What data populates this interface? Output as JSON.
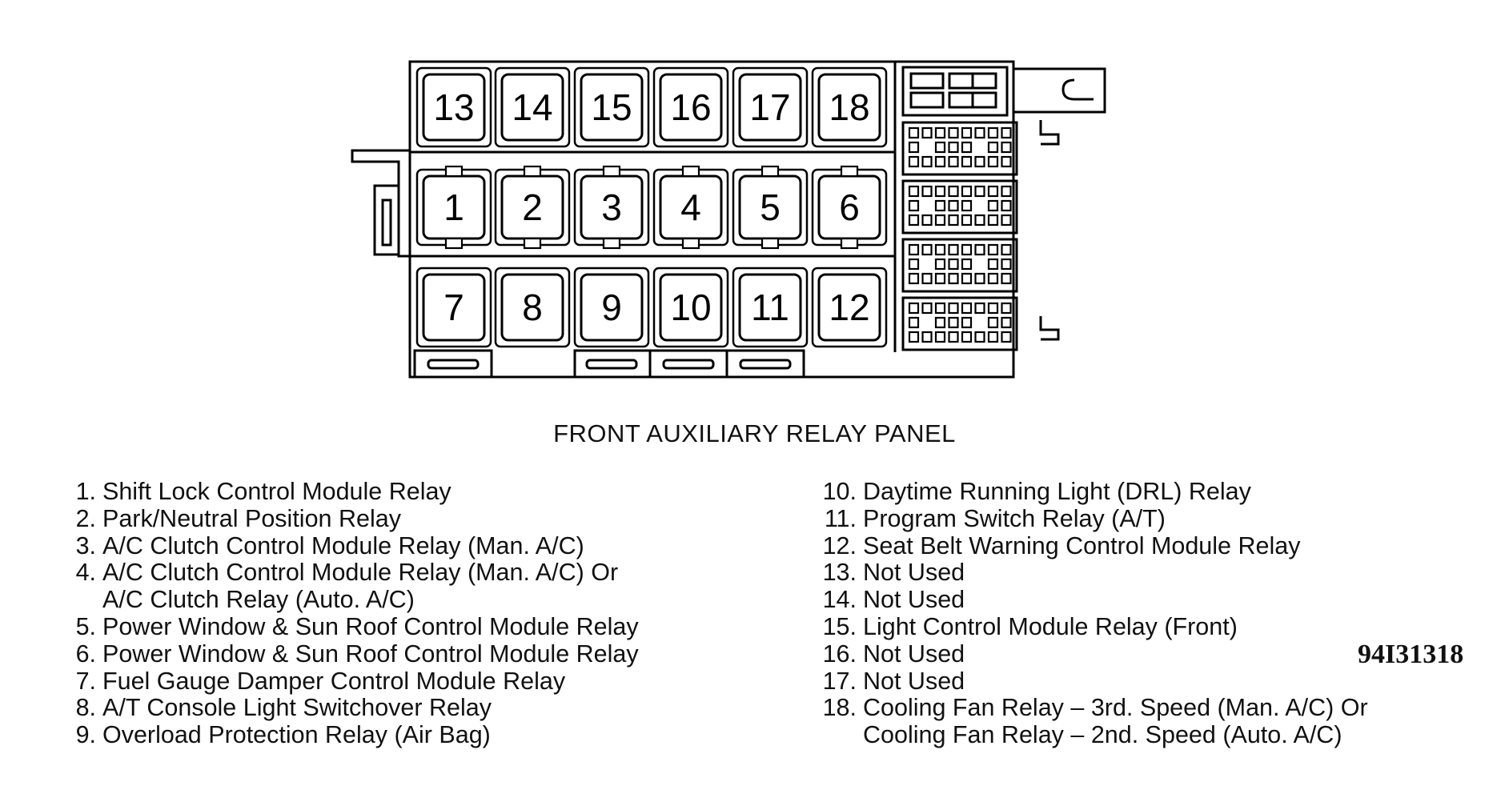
{
  "relays": {
    "top_row": [
      "13",
      "14",
      "15",
      "16",
      "17",
      "18"
    ],
    "middle_row": [
      "1",
      "2",
      "3",
      "4",
      "5",
      "6"
    ],
    "bottom_row": [
      "7",
      "8",
      "9",
      "10",
      "11",
      "12"
    ]
  },
  "caption": "FRONT AUXILIARY RELAY PANEL",
  "legend": {
    "left": [
      {
        "num": "1.",
        "text": "Shift Lock Control Module Relay"
      },
      {
        "num": "2.",
        "text": "Park/Neutral Position Relay"
      },
      {
        "num": "3.",
        "text": "A/C Clutch Control Module Relay (Man. A/C)"
      },
      {
        "num": "4.",
        "text": "A/C Clutch Control Module Relay (Man. A/C) Or",
        "text2": "A/C Clutch Relay (Auto. A/C)"
      },
      {
        "num": "5.",
        "text": "Power Window & Sun Roof Control Module Relay"
      },
      {
        "num": "6.",
        "text": "Power Window & Sun Roof Control Module Relay"
      },
      {
        "num": "7.",
        "text": "Fuel Gauge Damper Control Module Relay"
      },
      {
        "num": "8.",
        "text": "A/T Console Light Switchover Relay"
      },
      {
        "num": "9.",
        "text": "Overload Protection Relay (Air Bag)"
      }
    ],
    "right": [
      {
        "num": "10.",
        "text": "Daytime Running Light (DRL) Relay"
      },
      {
        "num": "11.",
        "text": "Program Switch Relay (A/T)"
      },
      {
        "num": "12.",
        "text": "Seat Belt Warning Control Module Relay"
      },
      {
        "num": "13.",
        "text": "Not Used"
      },
      {
        "num": "14.",
        "text": "Not Used"
      },
      {
        "num": "15.",
        "text": "Light Control Module Relay (Front)"
      },
      {
        "num": "16.",
        "text": "Not Used"
      },
      {
        "num": "17.",
        "text": "Not Used"
      },
      {
        "num": "18.",
        "text": "Cooling Fan Relay  –  3rd. Speed (Man. A/C) Or",
        "text2": "Cooling Fan Relay  –  2nd. Speed (Auto. A/C)"
      }
    ]
  },
  "figure_code": "94I31318"
}
